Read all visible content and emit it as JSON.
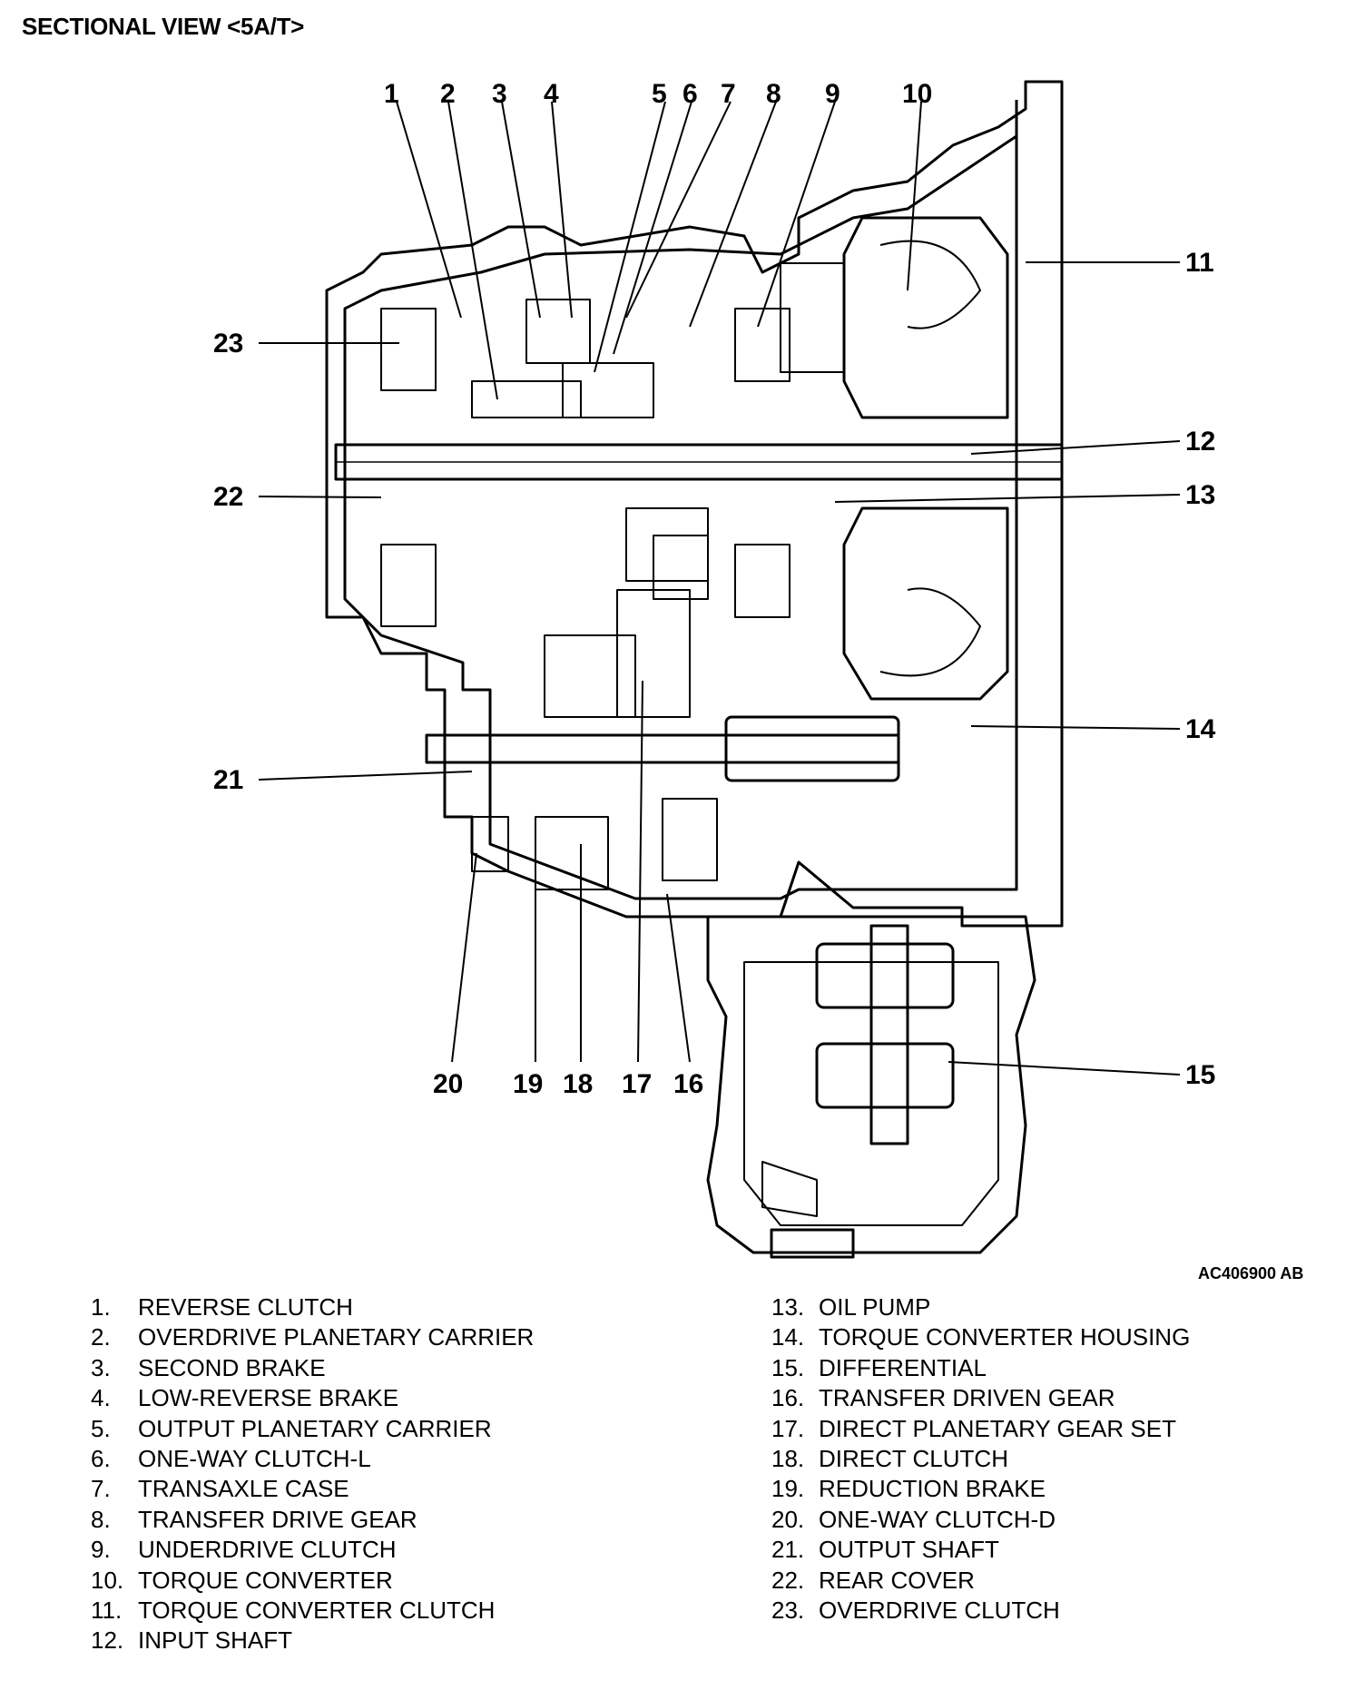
{
  "title": "SECTIONAL VIEW <5A/T>",
  "figure_id": "AC406900 AB",
  "callouts": [
    "1",
    "2",
    "3",
    "4",
    "5",
    "6",
    "7",
    "8",
    "9",
    "10",
    "11",
    "12",
    "13",
    "14",
    "15",
    "16",
    "17",
    "18",
    "19",
    "20",
    "21",
    "22",
    "23"
  ],
  "legend_left": [
    {
      "num": "1.",
      "label": "REVERSE CLUTCH"
    },
    {
      "num": "2.",
      "label": "OVERDRIVE PLANETARY CARRIER"
    },
    {
      "num": "3.",
      "label": "SECOND BRAKE"
    },
    {
      "num": "4.",
      "label": "LOW-REVERSE BRAKE"
    },
    {
      "num": "5.",
      "label": "OUTPUT PLANETARY CARRIER"
    },
    {
      "num": "6.",
      "label": "ONE-WAY CLUTCH-L"
    },
    {
      "num": "7.",
      "label": "TRANSAXLE CASE"
    },
    {
      "num": "8.",
      "label": "TRANSFER DRIVE GEAR"
    },
    {
      "num": "9.",
      "label": "UNDERDRIVE CLUTCH"
    },
    {
      "num": "10.",
      "label": "TORQUE CONVERTER"
    },
    {
      "num": "11.",
      "label": "TORQUE CONVERTER CLUTCH"
    },
    {
      "num": "12.",
      "label": "INPUT SHAFT"
    }
  ],
  "legend_right": [
    {
      "num": "13.",
      "label": "OIL PUMP"
    },
    {
      "num": "14.",
      "label": "TORQUE CONVERTER HOUSING"
    },
    {
      "num": "15.",
      "label": "DIFFERENTIAL"
    },
    {
      "num": "16.",
      "label": "TRANSFER DRIVEN GEAR"
    },
    {
      "num": "17.",
      "label": "DIRECT PLANETARY GEAR SET"
    },
    {
      "num": "18.",
      "label": "DIRECT CLUTCH"
    },
    {
      "num": "19.",
      "label": "REDUCTION BRAKE"
    },
    {
      "num": "20.",
      "label": "ONE-WAY CLUTCH-D"
    },
    {
      "num": "21.",
      "label": "OUTPUT SHAFT"
    },
    {
      "num": "22.",
      "label": "REAR COVER"
    },
    {
      "num": "23.",
      "label": "OVERDRIVE CLUTCH"
    }
  ]
}
